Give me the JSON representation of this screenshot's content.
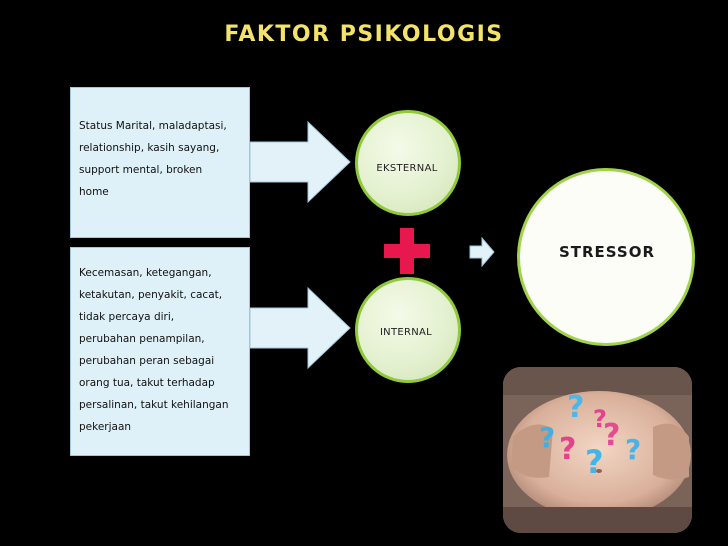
{
  "title": "FAKTOR PSIKOLOGIS",
  "boxes": {
    "external_lines": [
      "Status Marital, maladaptasi,",
      "relationship, kasih sayang,",
      "support mental, broken",
      "home"
    ],
    "internal_lines": [
      "Kecemasan, ketegangan,",
      "ketakutan, penyakit, cacat,",
      "tidak percaya diri,",
      "perubahan penampilan,",
      "perubahan peran sebagai",
      "orang tua, takut terhadap",
      "persalinan, takut kehilangan",
      "pekerjaan"
    ]
  },
  "circles": {
    "external": "EKSTERNAL",
    "internal": "INTERNAL",
    "result": "STRESSOR"
  },
  "colors": {
    "title": "#f3e36a",
    "box_fill": "#dff1f8",
    "circle_border": "#90c93a",
    "plus": "#e8174d",
    "arrow_fill": "#e3f1f8"
  },
  "icons": {
    "plus": "plus-icon",
    "arrow": "arrow-right-icon"
  }
}
